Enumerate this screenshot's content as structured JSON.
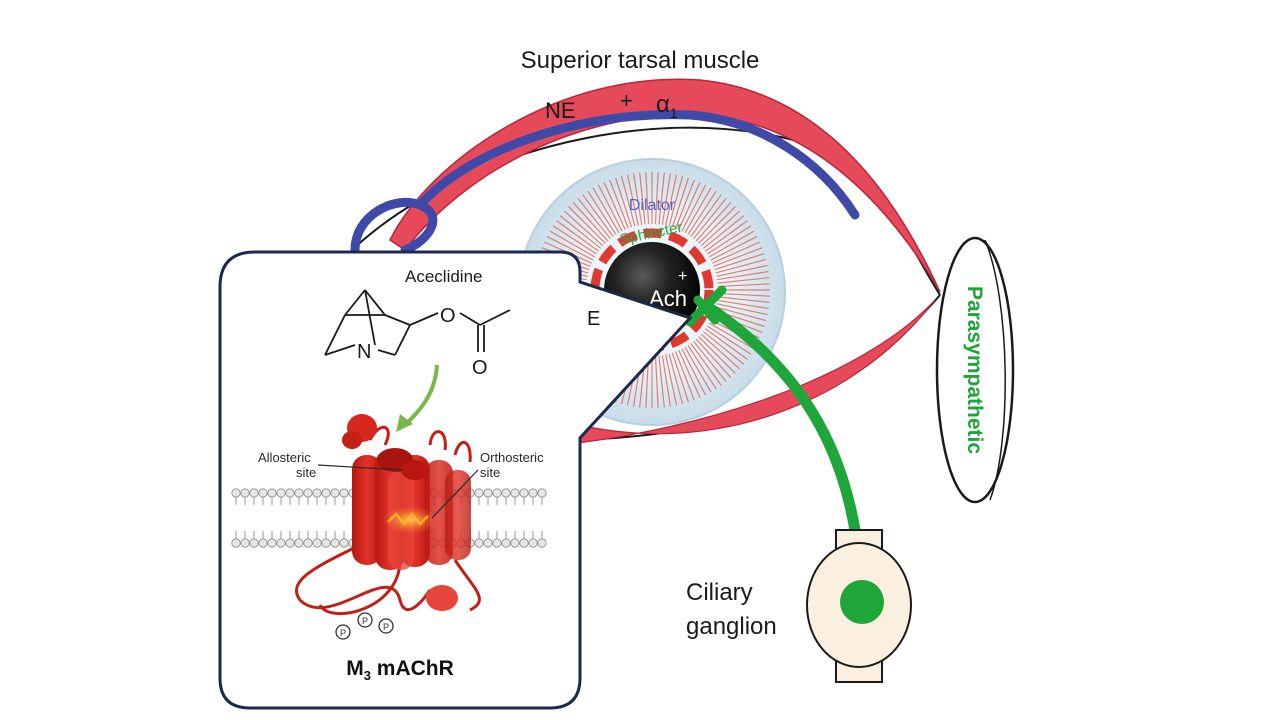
{
  "labels": {
    "superior_tarsal_muscle": "Superior tarsal muscle",
    "ne": "NE",
    "plus": "+",
    "alpha1": "α",
    "alpha1_sub": "1",
    "dilator": "Dilator",
    "sphincter": "Sphincter",
    "ach_plus": "+",
    "ach": "Ach",
    "ne_partial": "E",
    "parasympathetic": "Parasympathetic",
    "ciliary_line1": "Ciliary",
    "ciliary_line2": "ganglion",
    "aceclidine": "Aceclidine",
    "atom_o": "O",
    "atom_o_carbonyl": "O",
    "atom_n": "N",
    "allosteric_line1": "Allosteric",
    "allosteric_line2": "site",
    "orthosteric_line1": "Orthosteric",
    "orthosteric_line2": "site",
    "phospho": "P",
    "receptor_main": "M",
    "receptor_sub": "3",
    "receptor_rest": " mAChR"
  },
  "colors": {
    "muscle_red": "#e64a5a",
    "dilator_blue": "#3f4aa8",
    "parasympathetic_green": "#1ea63a",
    "iris_bg": "#dfeef8",
    "iris_red": "#e05a4a",
    "pupil": "#1c1c1c",
    "inset_border": "#1b2a4a",
    "receptor_red": "#d8271f",
    "ganglion_fill": "#fbf0e0"
  }
}
